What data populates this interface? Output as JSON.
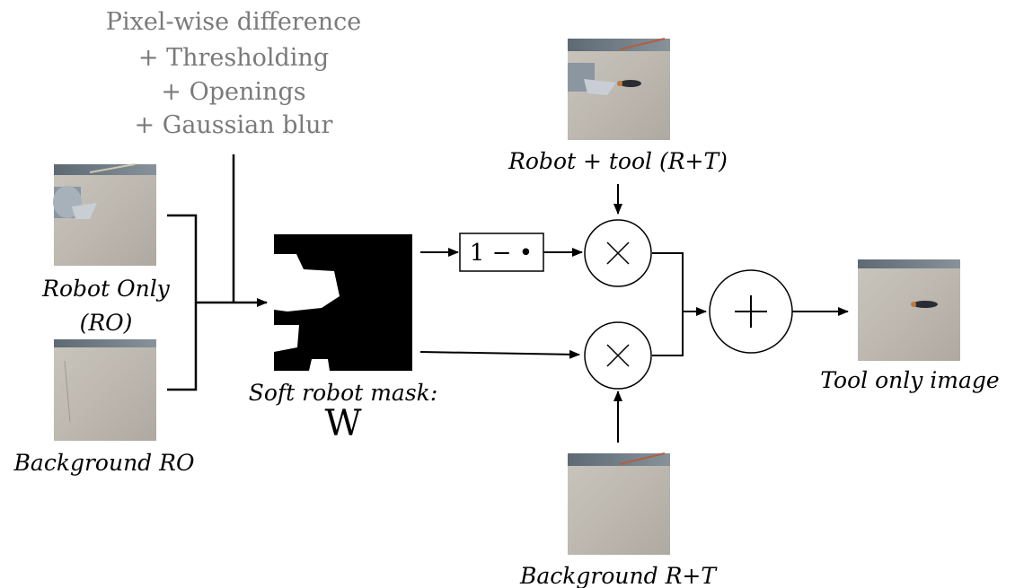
{
  "processing_steps": [
    "Pixel-wise difference",
    "+ Thresholding",
    "+ Openings",
    "+ Gaussian blur"
  ],
  "images": {
    "robot_only": {
      "caption_line1": "Robot Only",
      "caption_line2": "(RO)"
    },
    "background_ro": {
      "caption": "Background RO"
    },
    "mask": {
      "caption": "Soft robot mask:",
      "symbol": "W"
    },
    "robot_tool": {
      "caption": "Robot + tool (R+T)"
    },
    "background_rt": {
      "caption": "Background R+T"
    },
    "tool_only": {
      "caption": "Tool only image"
    }
  },
  "operators": {
    "complement": "1 − •",
    "multiply": "×",
    "add": "+"
  }
}
